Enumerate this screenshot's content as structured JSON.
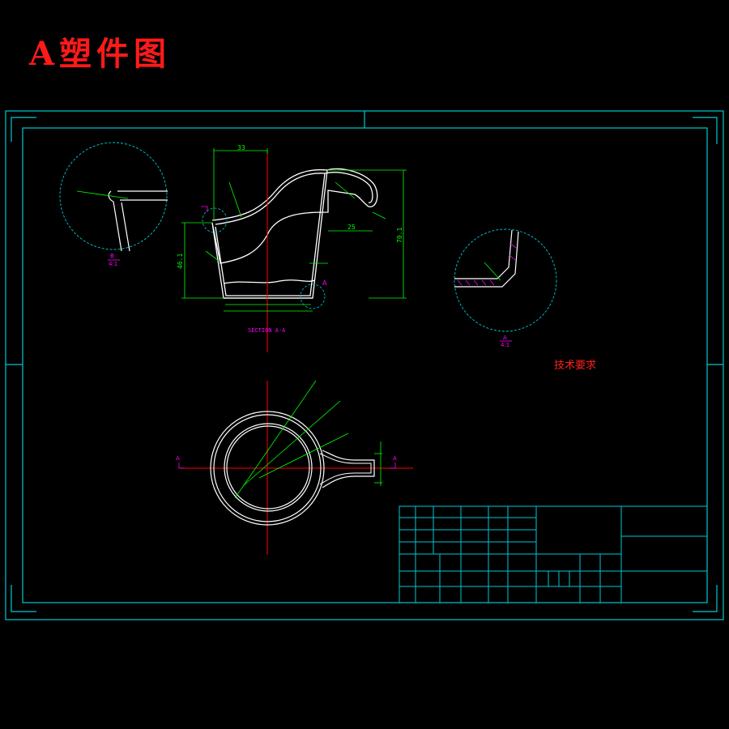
{
  "drawing": {
    "title": "A塑件图",
    "tech_requirements": "技术要求"
  },
  "section_view": {
    "dim_top_width": "33",
    "dim_right_height": "70.1",
    "dim_left_height": "46.1",
    "dim_handle_width": "25",
    "section_label": "SECTION A-A",
    "marker": "A"
  },
  "details": {
    "detail_left_scale": "4:1",
    "detail_right_scale": "4:1",
    "detail_right_marker": "A",
    "detail_left_marker": "B"
  },
  "plan_view": {
    "marker_left": "A",
    "marker_right": "A"
  },
  "colors": {
    "frame": "#00c8d2",
    "outline": "#ffffff",
    "dimension": "#00ff00",
    "centerline": "#ff0000",
    "marker": "#ff00ff",
    "title": "#ff1a1a"
  }
}
